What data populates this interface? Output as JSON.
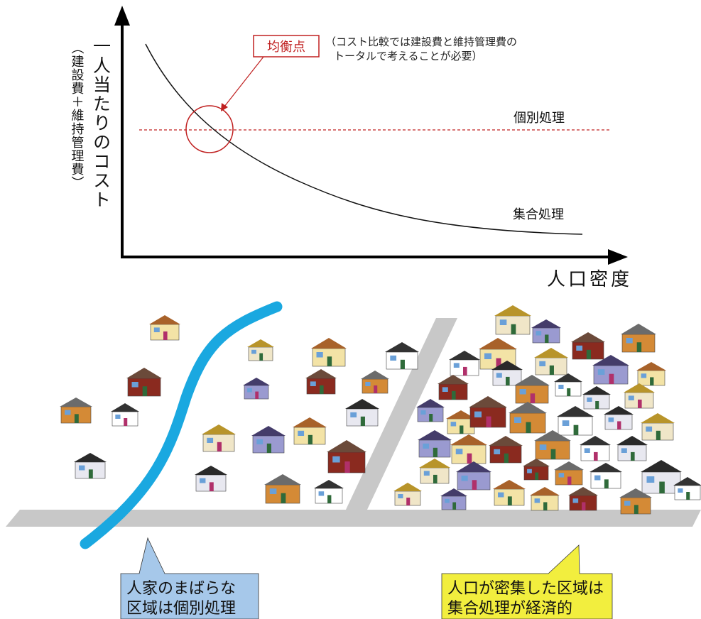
{
  "graph": {
    "y_axis_title": "一人当たりのコスト",
    "y_axis_subtitle": "（建設費＋維持管理費）",
    "x_axis_title": "人口密度",
    "equilibrium_label": "均衡点",
    "note_line1": "（コスト比較では建設費と維持管理費の",
    "note_line2": "トータルで考えることが必要）",
    "individual_label": "個別処理",
    "collective_label": "集合処理",
    "colors": {
      "individual_line": "#c02020",
      "curve": "#111111",
      "circle": "#c02020"
    }
  },
  "callouts": {
    "sparse": {
      "line1": "人家のまばらな",
      "line2": "区域は個別処理",
      "bg": "#a6c8ea"
    },
    "dense": {
      "line1": "人口が密集した区域は",
      "line2": "集合処理が経済的",
      "bg": "#f2ee3e"
    }
  },
  "map": {
    "river_color": "#1aa8e0",
    "road_color": "#c8c8c8"
  }
}
